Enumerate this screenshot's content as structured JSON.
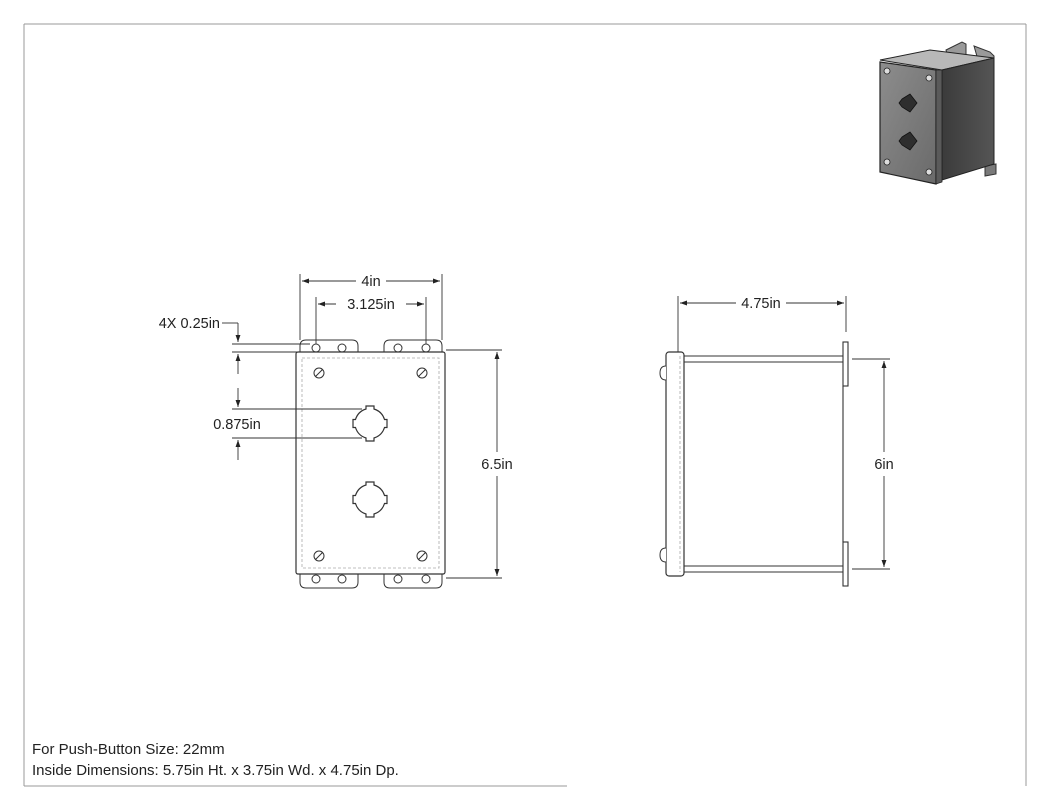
{
  "drawing": {
    "notes": {
      "line1": "For Push-Button Size: 22mm",
      "line2": "Inside Dimensions: 5.75in Ht. x 3.75in Wd. x 4.75in Dp."
    },
    "front_view": {
      "dim_overall_width": "4in",
      "dim_mount_spacing": "3.125in",
      "dim_mount_hole": "4X 0.25in",
      "dim_button_spacing": "0.875in",
      "dim_overall_height": "6.5in"
    },
    "side_view": {
      "dim_depth": "4.75in",
      "dim_height": "6in"
    }
  }
}
